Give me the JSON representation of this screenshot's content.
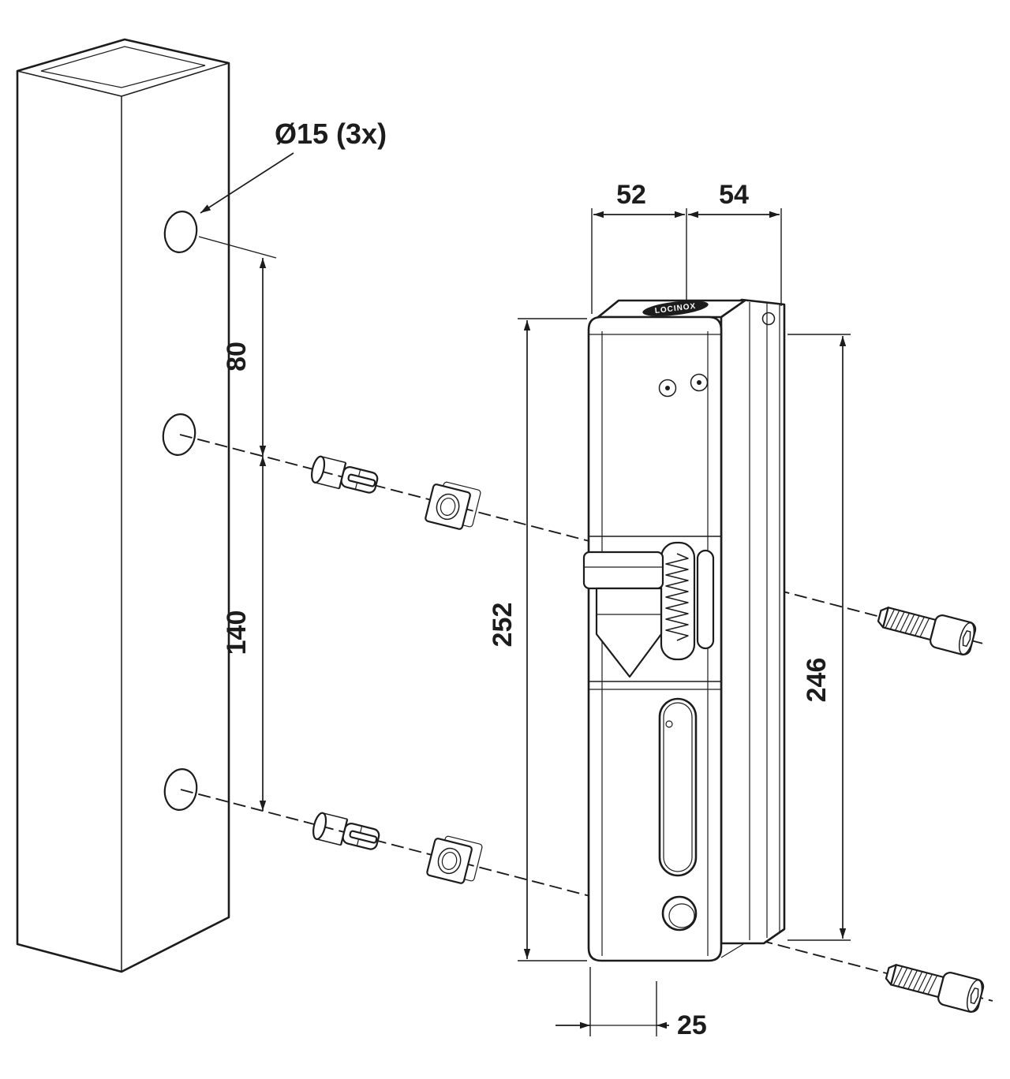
{
  "diagram": {
    "type": "technical-installation-drawing",
    "subject": "Surface-mounted gate keeper / electric strike exploded mounting drawing on square post",
    "brand_badge": "LOCINOX",
    "annotations": {
      "hole_spec": "Ø15 (3x)",
      "hole_spacing_upper": "80",
      "hole_spacing_lower": "140",
      "keeper_height": "252",
      "profile_height": "246",
      "keeper_width": "52",
      "profile_depth": "54",
      "bottom_depth": "25"
    },
    "colors": {
      "line": "#1c1c1c",
      "background": "#ffffff"
    }
  }
}
